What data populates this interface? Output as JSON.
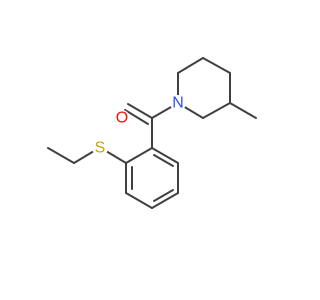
{
  "molecule": {
    "atoms": {
      "oxygen": {
        "symbol": "O",
        "color": "#ff0d0d"
      },
      "nitrogen": {
        "symbol": "N",
        "color": "#3050f8"
      },
      "sulfur": {
        "symbol": "S",
        "color": "#c6a500"
      }
    },
    "bond_color": "#404040",
    "background": "#ffffff"
  }
}
